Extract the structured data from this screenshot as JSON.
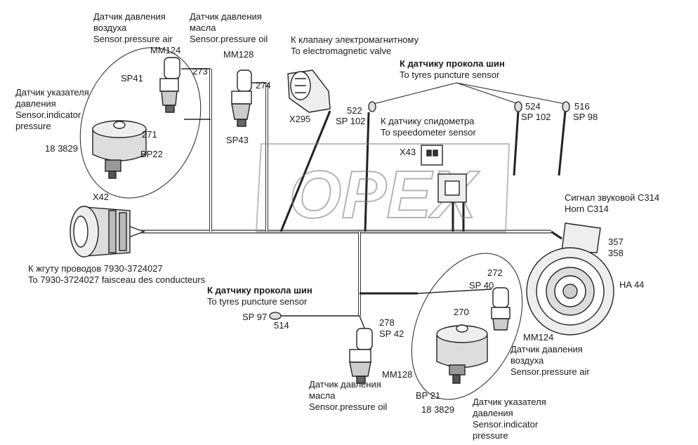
{
  "watermark": "OPEX",
  "top_left": {
    "air_sensor": {
      "ru1": "Датчик давления",
      "ru2": "воздуха",
      "en": "Sensor.pressure air",
      "model": "MM124",
      "pos": "SP41",
      "wire": "273"
    },
    "oil_sensor": {
      "ru1": "Датчик давления",
      "ru2": "масла",
      "en": "Sensor.pressure oil",
      "model": "MM128",
      "pos": "SP43",
      "wire": "274"
    },
    "indicator_sensor": {
      "ru1": "Датчик указателя",
      "ru2": "давления",
      "en1": "Sensor.indicator",
      "en2": "pressure",
      "wire": "271",
      "pos": "BP22",
      "model": "18 3829"
    }
  },
  "valve": {
    "ru": "К клапану электромагнитному",
    "en": "To electromagnetic valve",
    "pos": "X295"
  },
  "puncture_top": {
    "ru": "К датчику прокола шин",
    "en": "To tyres puncture sensor",
    "items": [
      {
        "wire": "522",
        "pos": "SP 102"
      },
      {
        "wire": "524",
        "pos": "SP 102"
      },
      {
        "wire": "516",
        "pos": "SP 98"
      }
    ]
  },
  "speedometer": {
    "ru": "К датчику спидометра",
    "en": "To speedometer sensor",
    "pos": "X43"
  },
  "connector": {
    "pos": "X42",
    "ru": "К жгуту проводов 7930-3724027",
    "en": "To 7930-3724027 faisceau des conducteurs"
  },
  "horn": {
    "ru": "Сигнал звуковой С314",
    "en": "Horn C314",
    "wire1": "357",
    "wire2": "358",
    "pos": "HA 44"
  },
  "puncture_bottom": {
    "ru": "К датчику прокола шин",
    "en": "To tyres puncture sensor",
    "pos": "SP 97",
    "wire": "514"
  },
  "bottom_oil": {
    "wire": "278",
    "pos": "SP 42",
    "model": "MM128",
    "ru1": "Датчик давления",
    "ru2": "масла",
    "en": "Sensor.pressure oil"
  },
  "bottom_right": {
    "air_wire": "272",
    "air_pos": "SP 40",
    "air_model": "MM124",
    "air_ru1": "Датчик давления",
    "air_ru2": "воздуха",
    "air_en": "Sensor.pressure air",
    "ind_wire": "270",
    "ind_pos": "BP 21",
    "ind_model": "18 3829",
    "ind_ru1": "Датчик указателя",
    "ind_ru2": "давления",
    "ind_en1": "Sensor.indicator",
    "ind_en2": "pressure"
  }
}
